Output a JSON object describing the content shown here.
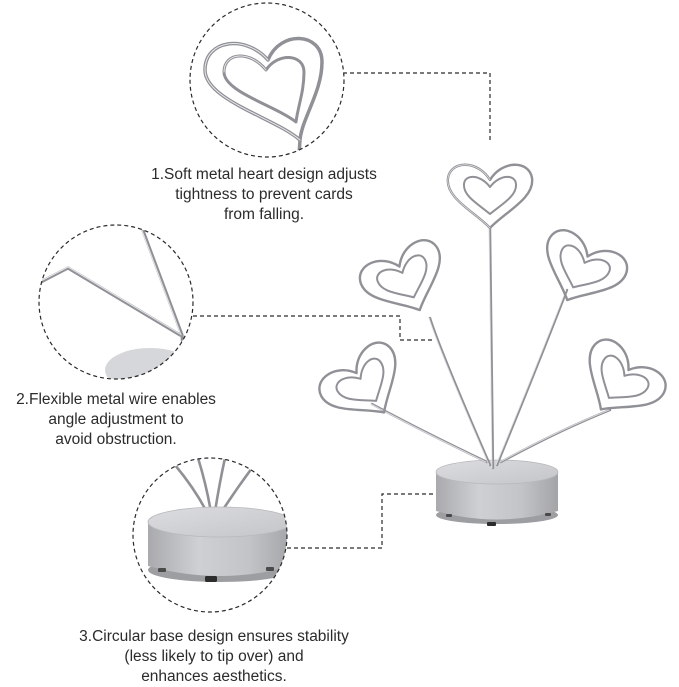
{
  "captions": [
    {
      "lines": [
        "1.Soft metal heart design adjusts",
        "tightness to prevent cards",
        "from falling."
      ]
    },
    {
      "lines": [
        "2.Flexible metal wire enables",
        "angle adjustment to",
        "avoid obstruction."
      ]
    },
    {
      "lines": [
        "3.Circular base design ensures stability",
        "(less likely to tip over) and",
        "enhances aesthetics."
      ]
    }
  ],
  "colors": {
    "wire": "#8f9196",
    "wire_highlight": "#e4e5e8",
    "base_top": "#d3d4d7",
    "base_side": "#b9babd",
    "dashed_line": "#2a2a2a",
    "text": "#2b2b2b"
  }
}
